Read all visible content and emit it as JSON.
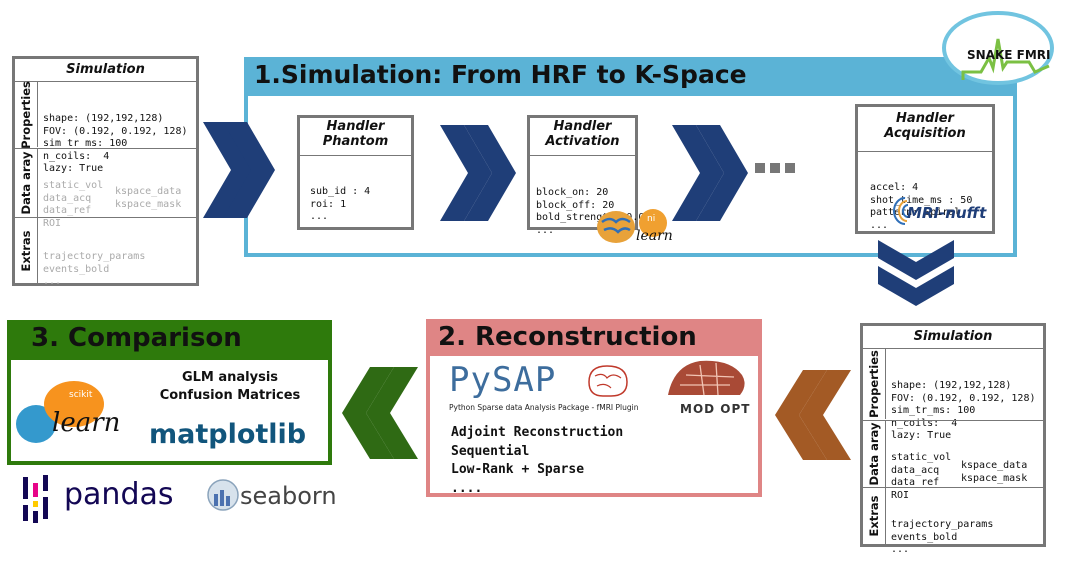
{
  "logo": {
    "text": "SNAKE FMRI"
  },
  "stage1": {
    "title": "1.Simulation: From HRF to K-Space"
  },
  "stage2": {
    "title": "2. Reconstruction",
    "pysap": {
      "text": "PySAP",
      "subtitle": "Python Sparse data Analysis Package - fMRI Plugin"
    },
    "modopt": {
      "text": "MOD OPT"
    },
    "items": [
      "Adjoint Reconstruction",
      "Sequential",
      "Low-Rank + Sparse",
      "...."
    ]
  },
  "stage3": {
    "title": "3. Comparison",
    "items": [
      "GLM analysis",
      "Confusion Matrices"
    ],
    "sklearn": {
      "small": "scikit",
      "text": "learn"
    },
    "matplotlib": {
      "text": "matplotlib"
    }
  },
  "extras_logos": {
    "pandas": "pandas",
    "seaborn": "seaborn"
  },
  "sim_left": {
    "title": "Simulation",
    "sections": {
      "properties": "Properties",
      "data": "Data aray",
      "extras": "Extras"
    },
    "properties": [
      "shape: (192,192,128)",
      "FOV: (0.192, 0.192, 128)",
      "sim_tr_ms: 100",
      "n_coils:  4",
      "lazy: True"
    ],
    "data_left": [
      "static_vol",
      "data_acq",
      "data_ref",
      "ROI"
    ],
    "data_right": [
      "kspace_data",
      "kspace_mask"
    ],
    "extras": [
      "trajectory_params",
      "events_bold",
      "..."
    ]
  },
  "sim_right": {
    "title": "Simulation",
    "sections": {
      "properties": "Properties",
      "data": "Data aray",
      "extras": "Extras"
    },
    "properties": [
      "shape: (192,192,128)",
      "FOV: (0.192, 0.192, 128)",
      "sim_tr_ms: 100",
      "n_coils:  4",
      "lazy: True"
    ],
    "data_left": [
      "static_vol",
      "data_acq",
      "data_ref",
      "ROI"
    ],
    "data_right": [
      "kspace_data",
      "kspace_mask"
    ],
    "extras": [
      "trajectory_params",
      "events_bold",
      "..."
    ]
  },
  "handlers": {
    "phantom": {
      "title1": "Handler",
      "title2": "Phantom",
      "lines": [
        "sub_id : 4",
        "roi: 1",
        "..."
      ]
    },
    "activation": {
      "title1": "Handler",
      "title2": "Activation",
      "lines": [
        "block_on: 20",
        "block_off: 20",
        "bold_strength: 0.02",
        "..."
      ]
    },
    "acquisition": {
      "title1": "Handler",
      "title2": "Acquisition",
      "lines": [
        "accel: 4",
        "shot_time_ms : 50",
        "pattern: Spiral",
        "..."
      ]
    }
  },
  "nilearn": {
    "small": "ni",
    "text": "learn"
  },
  "mrinufft": {
    "text": "MRI-nufft"
  },
  "colors": {
    "stage1": "#5bb3d6",
    "stage2": "#df8585",
    "stage3": "#2e7a0c",
    "arrow_blue": "#1f3e78",
    "arrow_green": "#2f6a14",
    "arrow_brown": "#a35a25",
    "logo_ring": "#71c4e0"
  }
}
